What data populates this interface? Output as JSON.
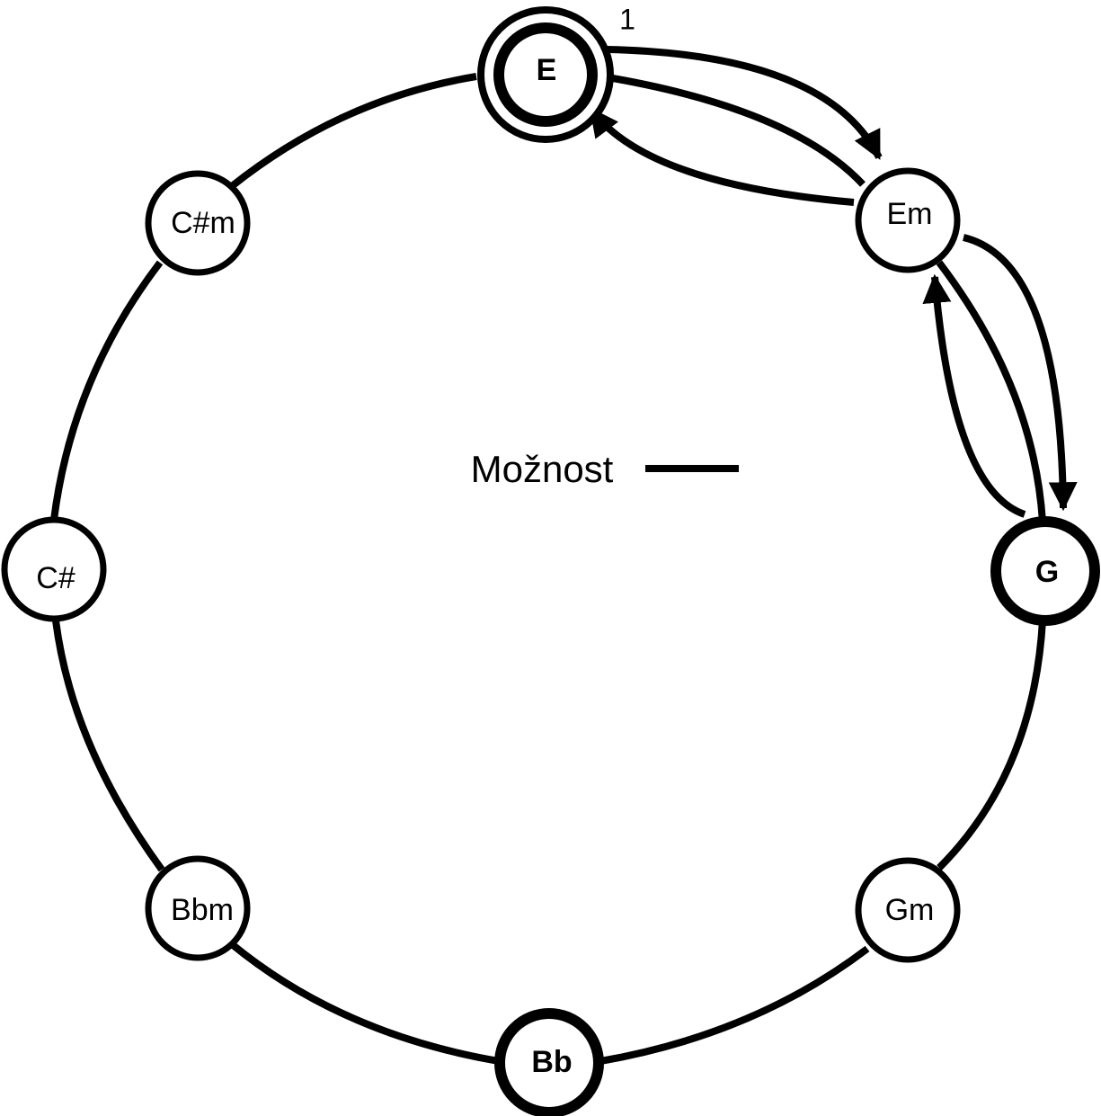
{
  "diagram": {
    "colors": {
      "stroke": "#000000",
      "fill": "#ffffff"
    },
    "nodes": [
      {
        "id": "E",
        "label": "E",
        "bold": true,
        "emphasis": "double-ring"
      },
      {
        "id": "Em",
        "label": "Em",
        "bold": false,
        "emphasis": "normal"
      },
      {
        "id": "G",
        "label": "G",
        "bold": true,
        "emphasis": "thick"
      },
      {
        "id": "Gm",
        "label": "Gm",
        "bold": false,
        "emphasis": "normal"
      },
      {
        "id": "Bb",
        "label": "Bb",
        "bold": true,
        "emphasis": "thick"
      },
      {
        "id": "Bbm",
        "label": "Bbm",
        "bold": false,
        "emphasis": "normal"
      },
      {
        "id": "C#",
        "label": "C#",
        "bold": false,
        "emphasis": "normal"
      },
      {
        "id": "C#m",
        "label": "C#m",
        "bold": false,
        "emphasis": "normal"
      }
    ],
    "start_marker": "1",
    "legend": {
      "label": "Možnost"
    },
    "transitions": [
      {
        "from": "E",
        "to": "Em"
      },
      {
        "from": "Em",
        "to": "E"
      },
      {
        "from": "Em",
        "to": "G"
      },
      {
        "from": "G",
        "to": "Em"
      }
    ]
  }
}
